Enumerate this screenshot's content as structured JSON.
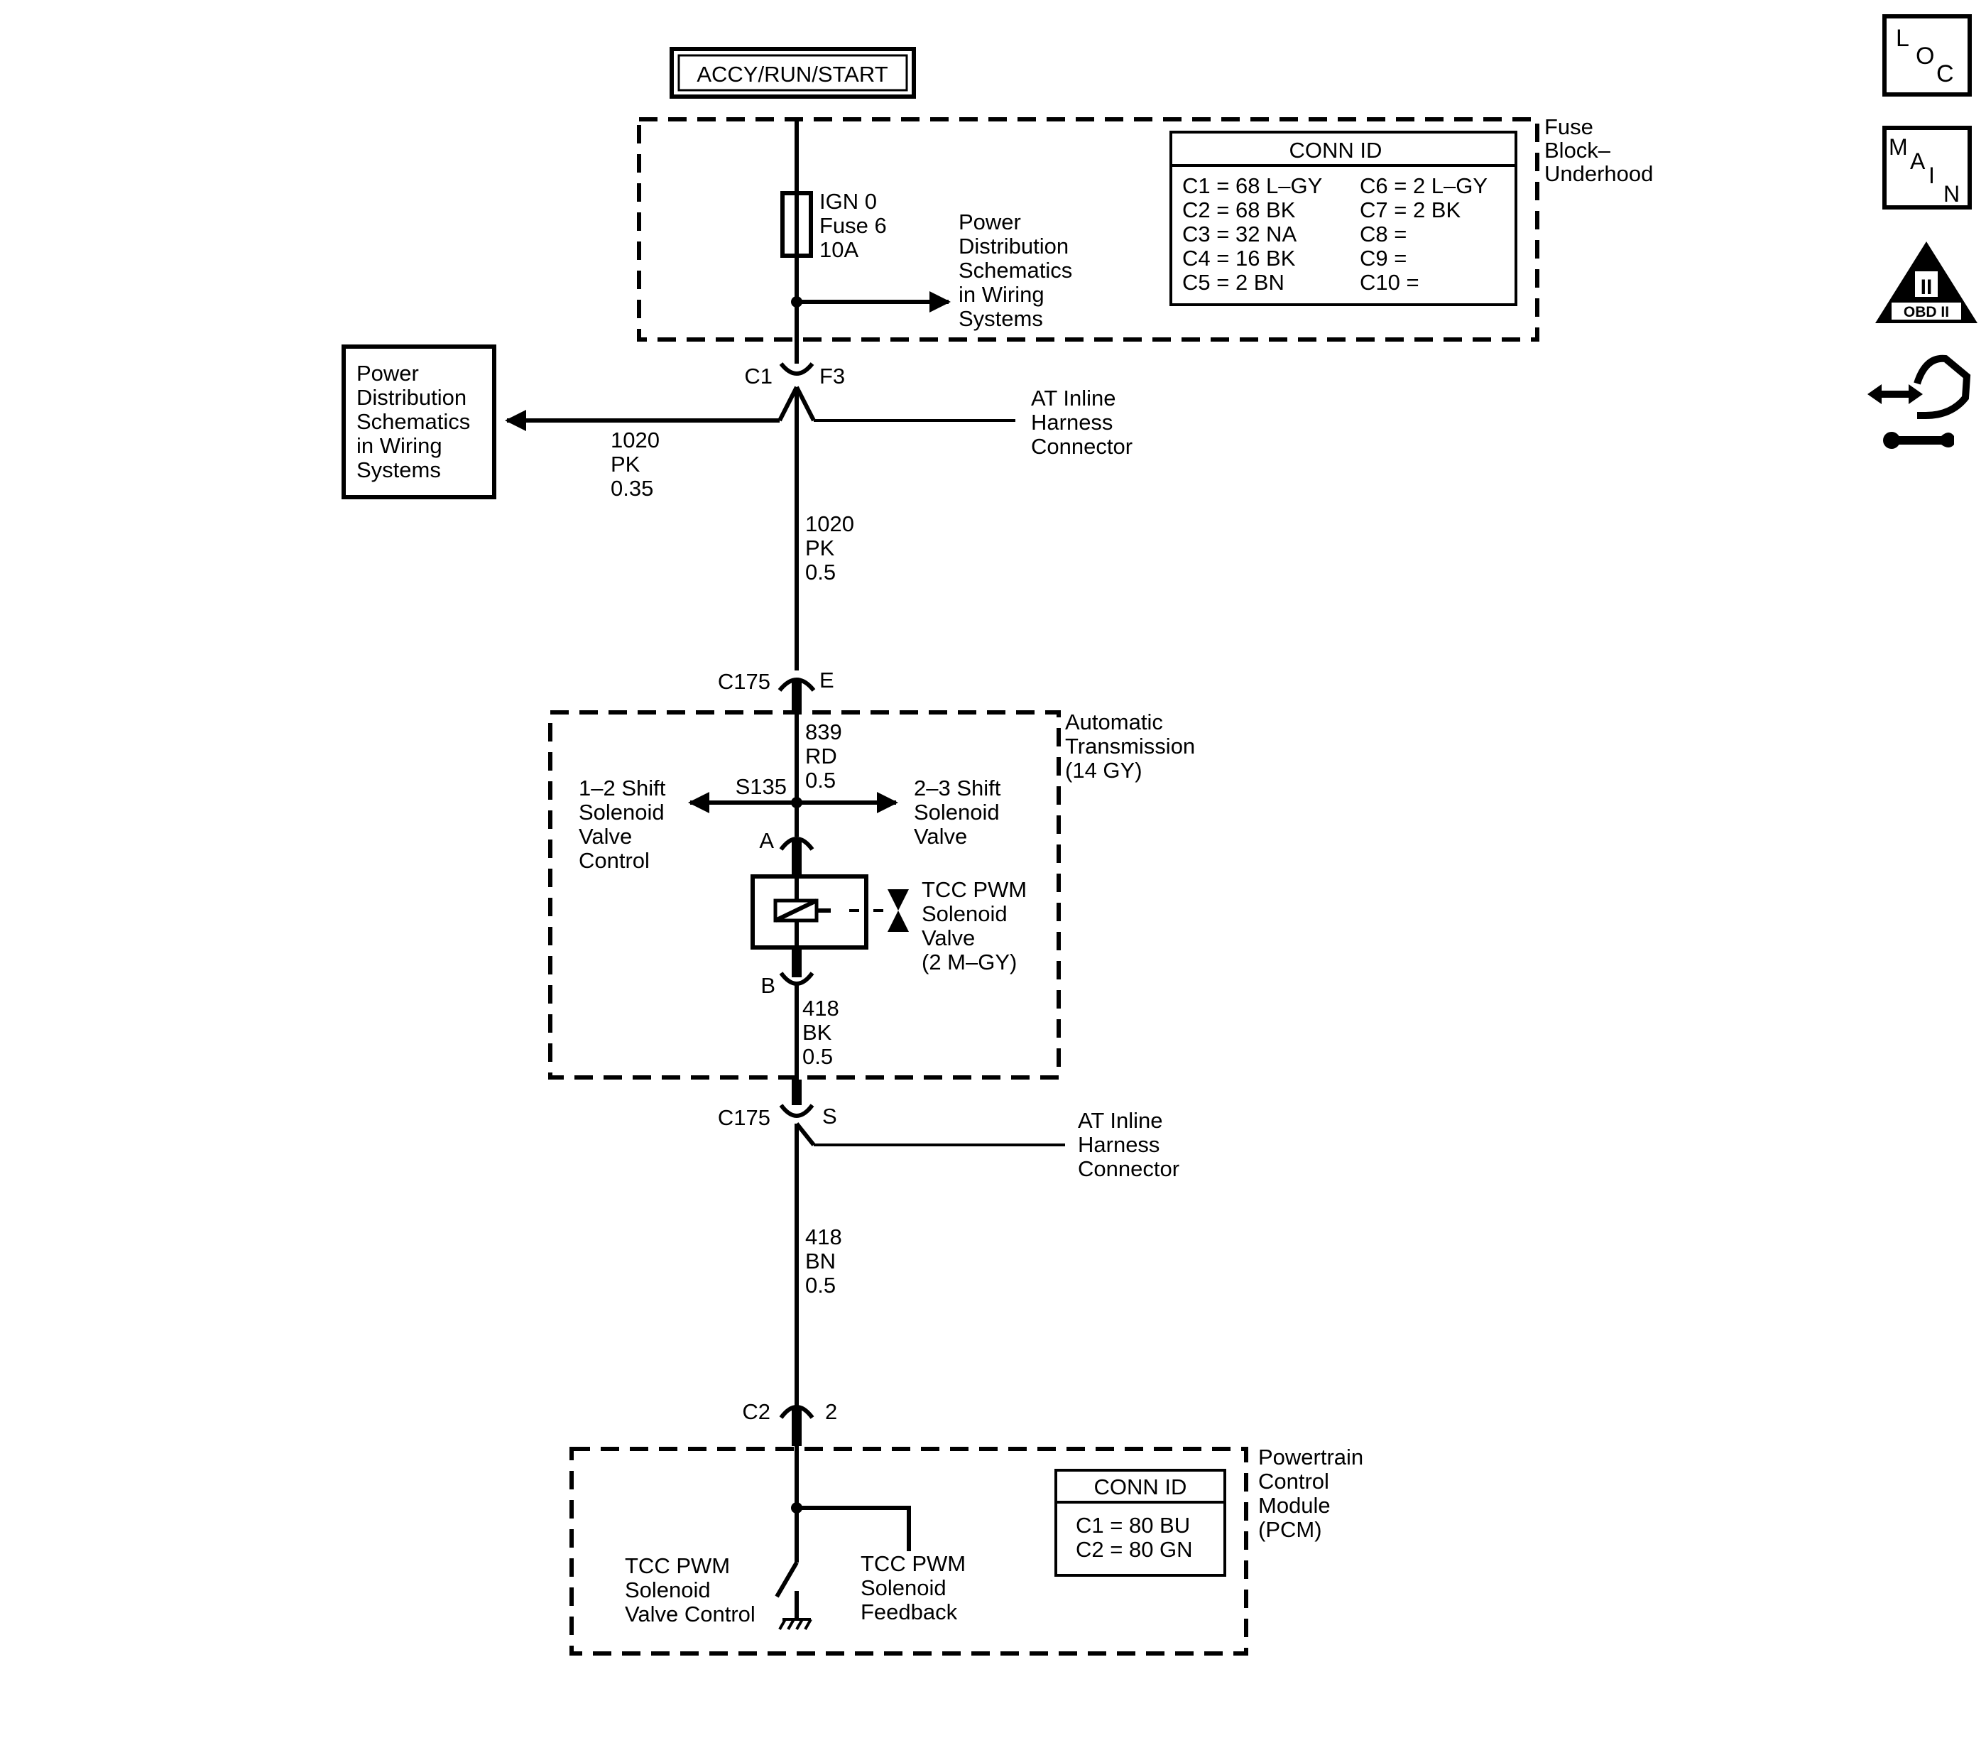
{
  "power_source": {
    "label": "ACCY/RUN/START"
  },
  "fuse_block": {
    "name_lines": [
      "Fuse",
      "Block–",
      "Underhood"
    ],
    "fuse_lines": [
      "IGN 0",
      "Fuse 6",
      "10A"
    ],
    "power_dist_lines": [
      "Power",
      "Distribution",
      "Schematics",
      "in Wiring",
      "Systems"
    ],
    "conn_id": {
      "title": "CONN ID",
      "left": [
        "C1 = 68 L–GY",
        "C2 = 68 BK",
        "C3 = 32 NA",
        "C4 = 16 BK",
        "C5 = 2 BN"
      ],
      "right": [
        "C6 = 2 L–GY",
        "C7 = 2 BK",
        "C8 =",
        "C9 =",
        "C10 ="
      ]
    }
  },
  "connector_c1": {
    "left": "C1",
    "right": "F3"
  },
  "left_ref_box": {
    "lines": [
      "Power",
      "Distribution",
      "Schematics",
      "in Wiring",
      "Systems"
    ]
  },
  "branch_wire": [
    "1020",
    "PK",
    "0.35"
  ],
  "inline_connector_top": [
    "AT Inline",
    "Harness",
    "Connector"
  ],
  "wire_1020": [
    "1020",
    "PK",
    "0.5"
  ],
  "connector_c175_e": {
    "left": "C175",
    "right": "E"
  },
  "transmission": {
    "name_lines": [
      "Automatic",
      "Transmission",
      "(14 GY)"
    ],
    "wire_839": [
      "839",
      "RD",
      "0.5"
    ],
    "splice": "S135",
    "shift_12_lines": [
      "1–2 Shift",
      "Solenoid",
      "Valve",
      "Control"
    ],
    "shift_23_lines": [
      "2–3 Shift",
      "Solenoid",
      "Valve"
    ],
    "pin_a": "A",
    "pin_b": "B",
    "tcc_lines": [
      "TCC PWM",
      "Solenoid",
      "Valve",
      "(2 M–GY)"
    ],
    "wire_418_bk": [
      "418",
      "BK",
      "0.5"
    ]
  },
  "connector_c175_s": {
    "left": "C175",
    "right": "S"
  },
  "inline_connector_bottom": [
    "AT Inline",
    "Harness",
    "Connector"
  ],
  "wire_418_bn": [
    "418",
    "BN",
    "0.5"
  ],
  "connector_c2": {
    "left": "C2",
    "right": "2"
  },
  "pcm": {
    "name_lines": [
      "Powertrain",
      "Control",
      "Module",
      "(PCM)"
    ],
    "control_lines": [
      "TCC PWM",
      "Solenoid",
      "Valve Control"
    ],
    "feedback_lines": [
      "TCC PWM",
      "Solenoid",
      "Feedback"
    ],
    "conn_id": {
      "title": "CONN ID",
      "lines": [
        "C1 = 80 BU",
        "C2 = 80 GN"
      ]
    }
  },
  "side_icons": {
    "loc": [
      "L",
      "O",
      "C"
    ],
    "main": [
      "M",
      "A",
      "I",
      "N"
    ],
    "obd": {
      "roman": "II",
      "label": "OBD II"
    },
    "icon_names": [
      "loc-icon",
      "main-icon",
      "obd-ii-icon",
      "service-hand-icon"
    ]
  }
}
